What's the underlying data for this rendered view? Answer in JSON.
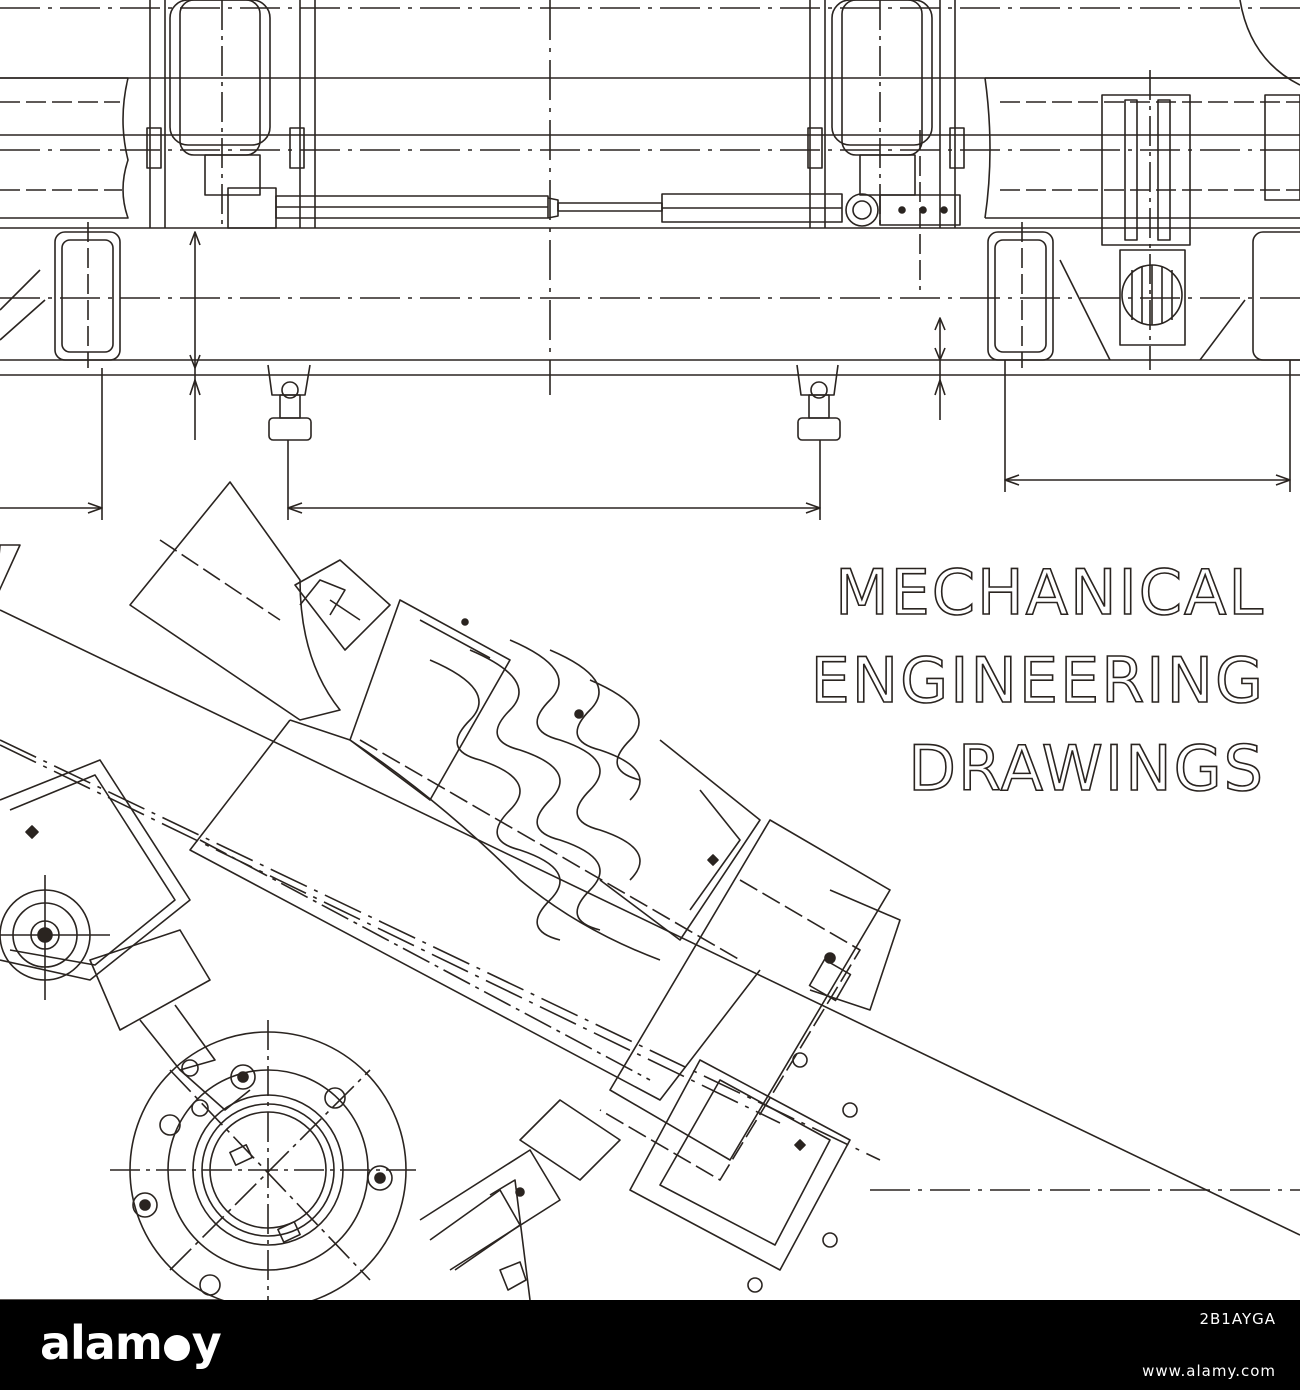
{
  "headline": {
    "line1": "MECHANICAL",
    "line2": "ENGINEERING",
    "line3": "DRAWINGS"
  },
  "footer": {
    "logo_a": "alam",
    "logo_b": "y",
    "image_code": "2B1AYGA",
    "url": "www.alamy.com"
  },
  "colors": {
    "line": "#2a2420",
    "background": "#ffffff",
    "footer": "#000000"
  }
}
